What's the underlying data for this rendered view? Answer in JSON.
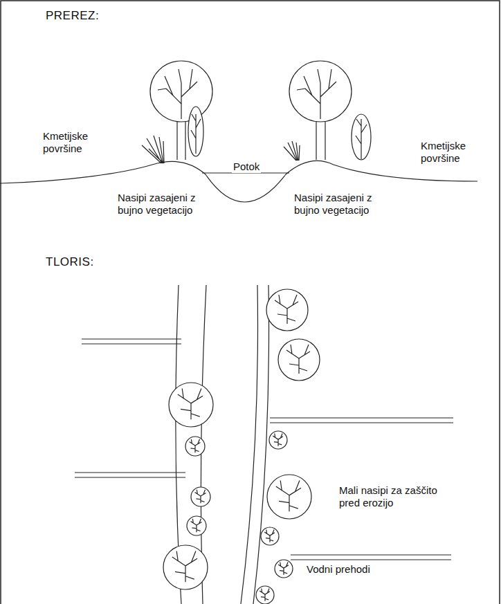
{
  "diagram": {
    "labels": [
      "PREREZ:",
      "Kmetijske površine",
      "Potok",
      "Nasipi zasajeni z bujno vegetacijo",
      "Nasipi zasajeni z bujno vegetacijo",
      "Kmetijske površine",
      "TLORIS:",
      "Mali nasipi za zaščito pred erozijo",
      "Vodni prehodi"
    ]
  }
}
